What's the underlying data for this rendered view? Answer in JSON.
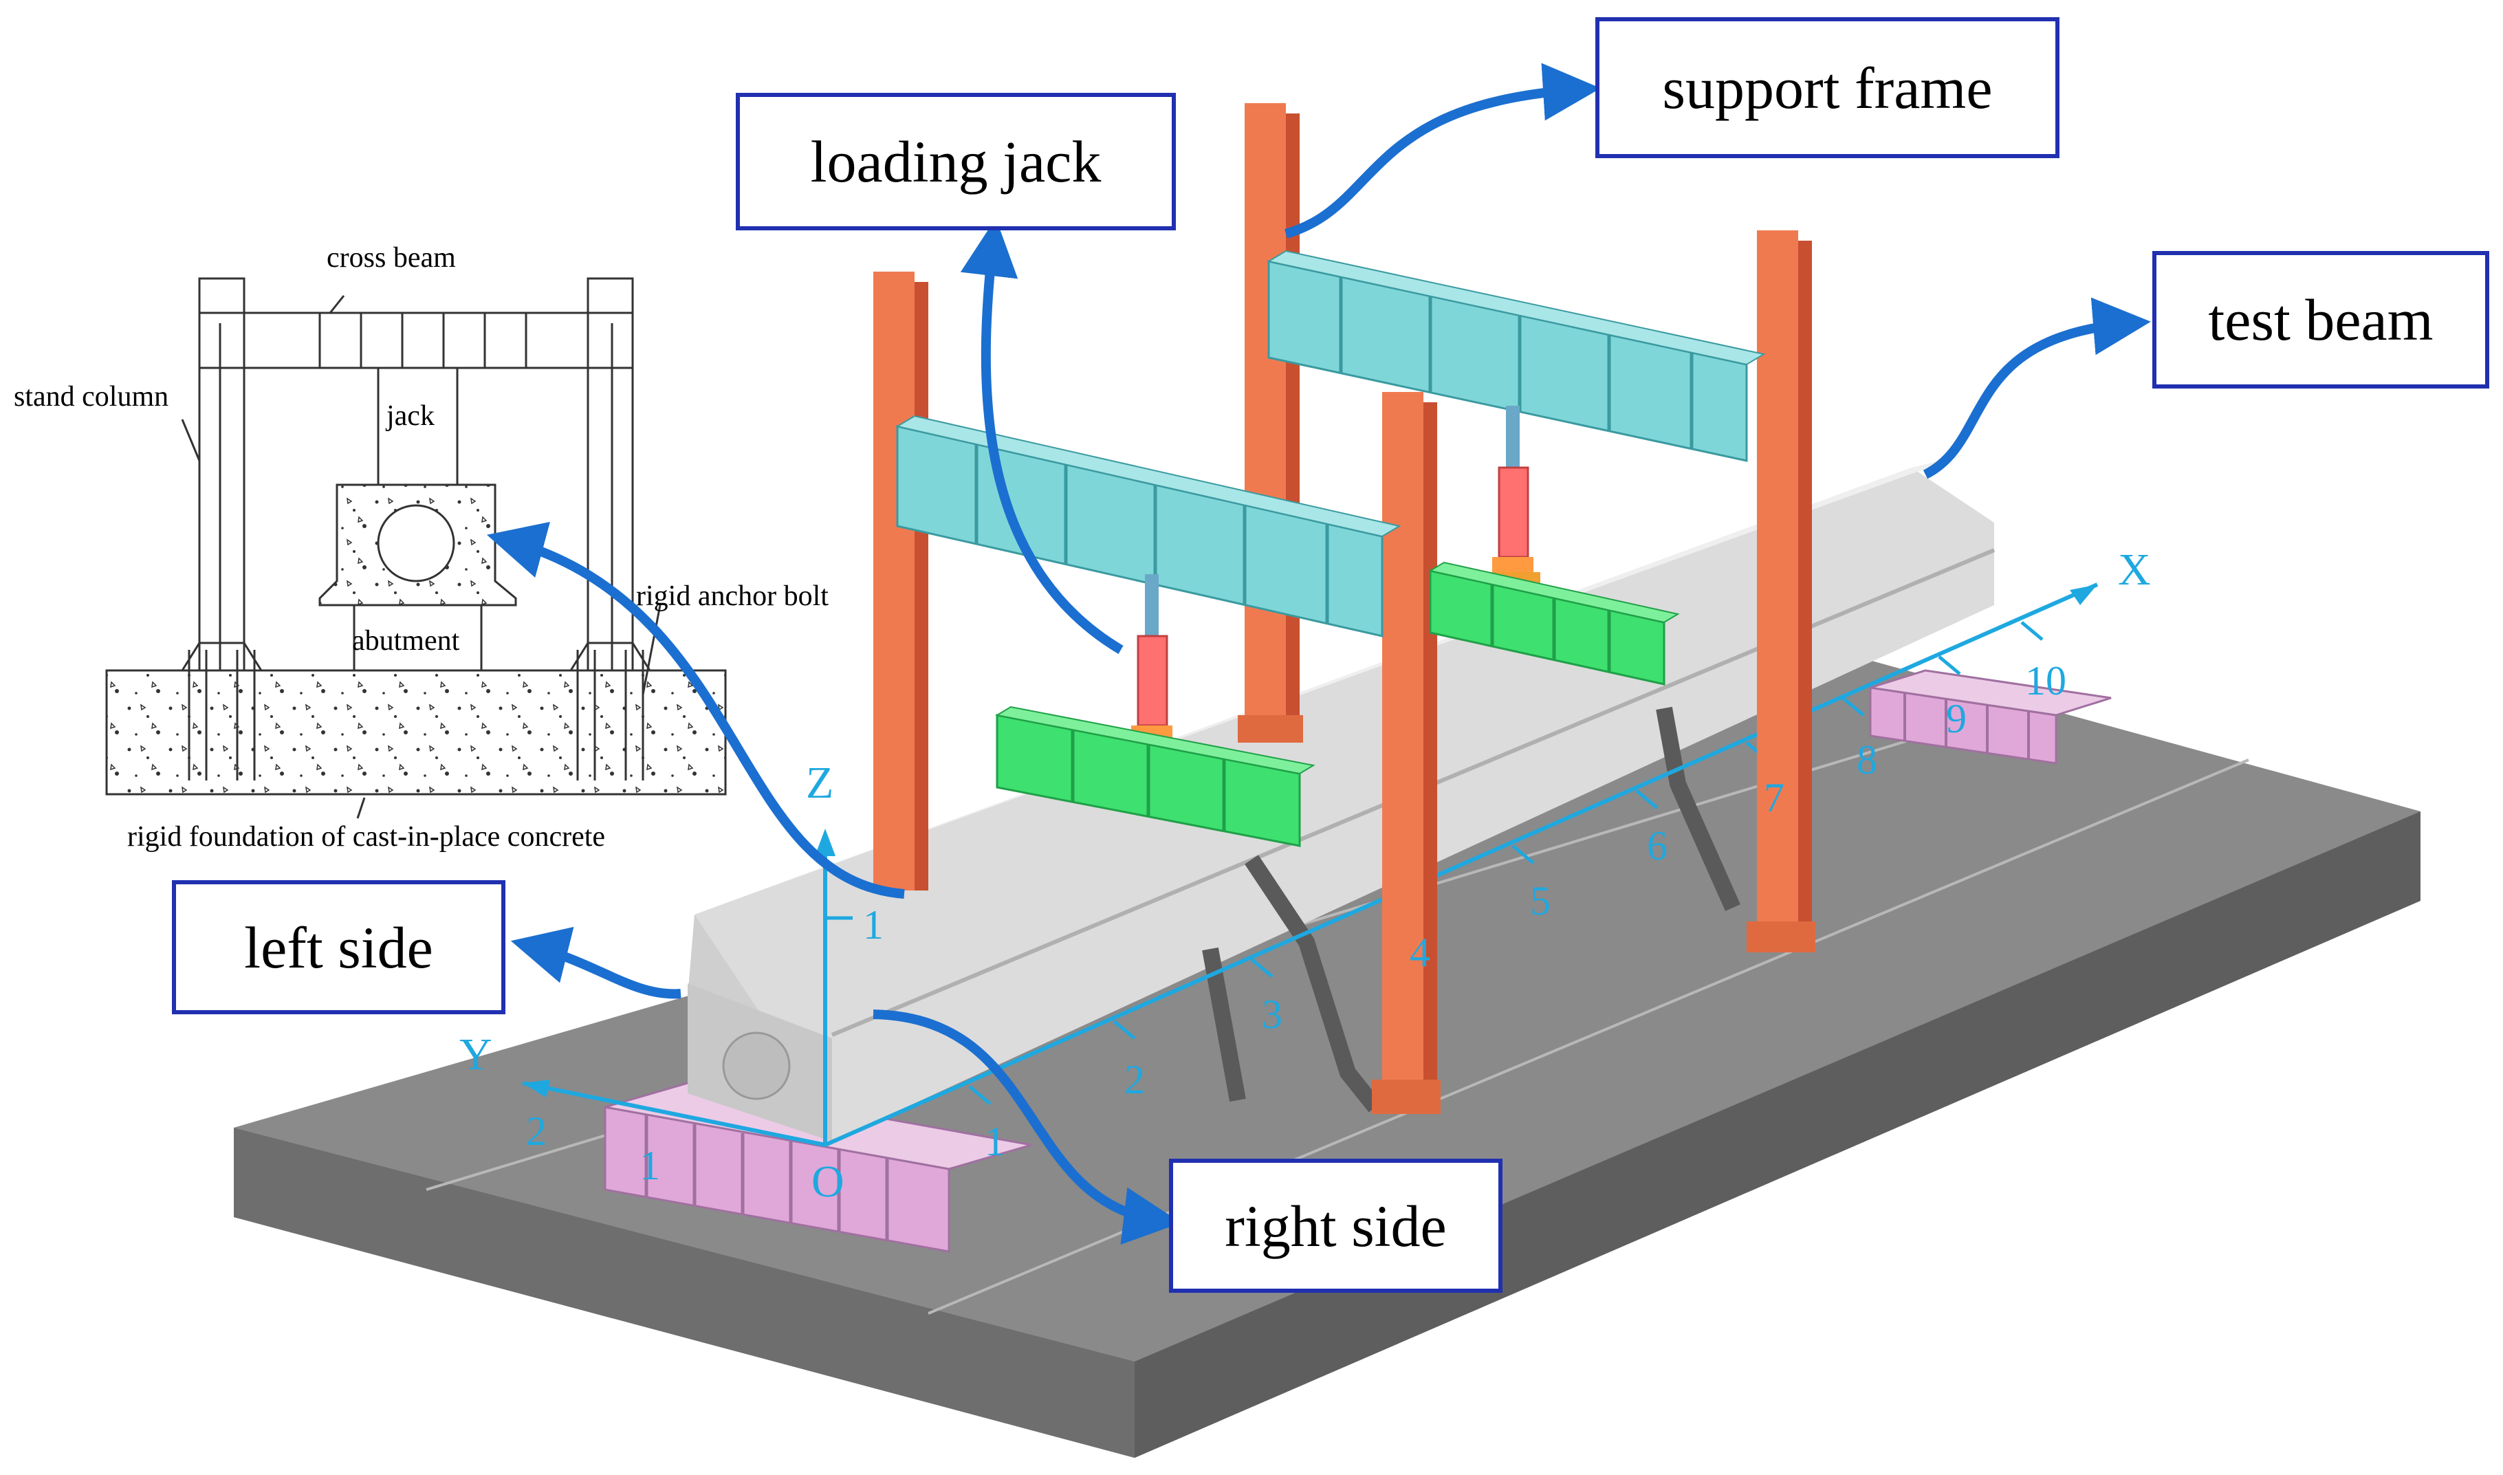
{
  "callouts": {
    "support_frame": "support frame",
    "loading_jack": "loading jack",
    "test_beam": "test beam",
    "left_side": "left side",
    "right_side": "right side"
  },
  "inset": {
    "cross_beam": "cross beam",
    "stand_column": "stand column",
    "jack": "jack",
    "abutment": "abutment",
    "rigid_anchor_bolt": "rigid anchor bolt",
    "foundation": "rigid foundation of cast-in-place concrete"
  },
  "axes": {
    "x": "X",
    "y": "Y",
    "z": "Z",
    "origin": "O"
  },
  "x_ticks": [
    "1",
    "2",
    "3",
    "4",
    "5",
    "6",
    "7",
    "8",
    "9",
    "10"
  ],
  "y_ticks": [
    "1",
    "2"
  ],
  "z_ticks": [
    "1"
  ],
  "colors": {
    "frame_column": "#f07a50",
    "cross_girder": "#7fd6d8",
    "spreader_beam": "#3ee070",
    "jack_body": "#ff7070",
    "support_block": "#e0a8d8",
    "test_beam": "#d8d8d8",
    "slab": "#8a8a8a",
    "axis": "#1fa8e0",
    "callout_border": "#2030b0",
    "arrow": "#1b6fd0"
  }
}
